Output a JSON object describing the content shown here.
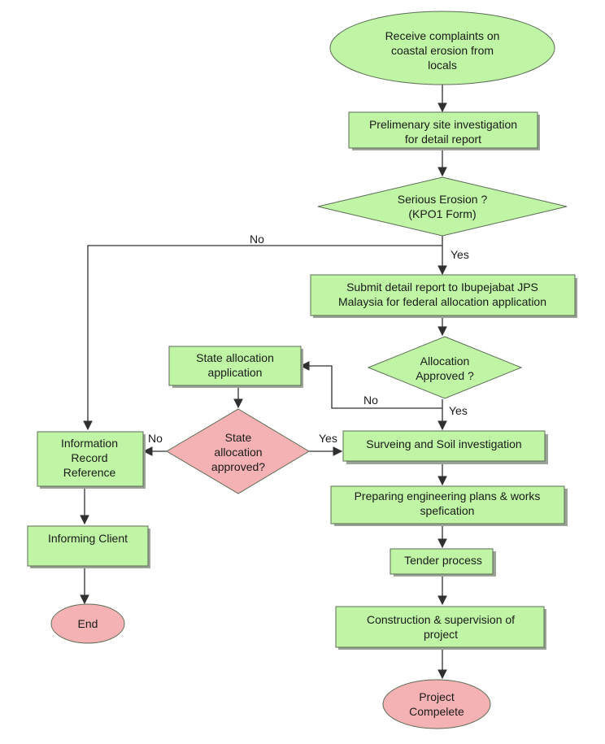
{
  "nodes": {
    "receive_complaints": "Receive complaints on\ncoastal erosion from\nlocals",
    "preliminary_investigation": "Prelimenary site investigation\nfor detail report",
    "serious_erosion": "Serious Erosion ?\n(KPO1 Form)",
    "submit_report": "Submit detail report to Ibupejabat JPS\nMalaysia for federal allocation application",
    "allocation_approved": "Allocation\nApproved ?",
    "state_allocation_application": "State allocation\napplication",
    "state_allocation_approved": "State\nallocation\napproved?",
    "information_record": "Information\nRecord\nReference",
    "surveying": "Surveing and Soil investigation",
    "engineering_plans": "Preparing engineering plans & works\nspefication",
    "informing_client": "Informing Client",
    "tender_process": "Tender process",
    "end": "End",
    "construction": "Construction & supervision of\nproject",
    "project_complete": "Project\nCompelete"
  },
  "edge_labels": {
    "serious_no": "No",
    "serious_yes": "Yes",
    "allocation_no": "No",
    "allocation_yes": "Yes",
    "state_no": "No",
    "state_yes": "Yes"
  },
  "colors": {
    "process_fill": "#bff5a4",
    "terminal_fill": "#f5b2b4",
    "stroke": "#303030"
  }
}
